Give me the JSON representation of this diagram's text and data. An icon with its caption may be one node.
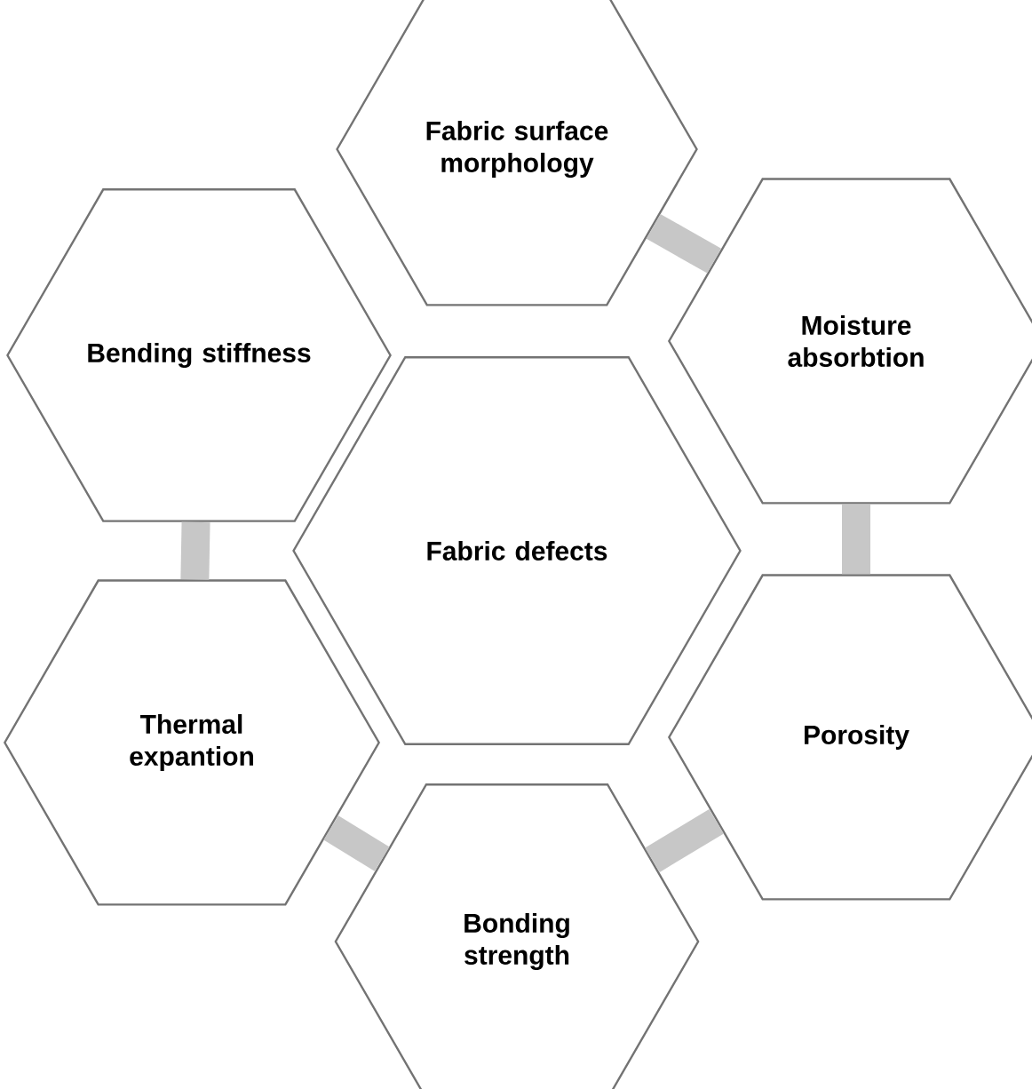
{
  "diagram": {
    "nodes": [
      {
        "text": [
          "Fabric surface morphology"
        ]
      },
      {
        "text": [
          "Bending stiffness"
        ]
      },
      {
        "text": [
          "Moisture absorbtion"
        ]
      },
      {
        "text": [
          "Fabric defects"
        ]
      },
      {
        "text": [
          "Thermal expantion"
        ]
      },
      {
        "text": [
          "Porosity"
        ]
      },
      {
        "text": [
          "Bonding strength"
        ]
      }
    ],
    "edges": [
      {
        "from": 0,
        "to": 2,
        "arrow": "none"
      },
      {
        "from": 2,
        "to": 5,
        "arrow": "none"
      },
      {
        "from": 5,
        "to": 6,
        "arrow": "none"
      },
      {
        "from": 6,
        "to": 4,
        "arrow": "none"
      },
      {
        "from": 4,
        "to": 1,
        "arrow": "none"
      }
    ]
  }
}
